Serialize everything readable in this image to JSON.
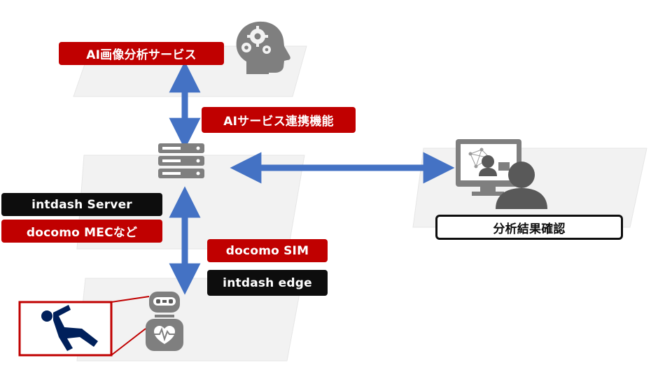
{
  "colors": {
    "plane": "#f2f2f2",
    "plane_edge": "#e3e3e3",
    "icon_gray": "#7f7f7f",
    "icon_dark": "#595959",
    "arrow": "#4472c4",
    "red": "#c00000",
    "black": "#0d0d0d",
    "figure_blue": "#00205b"
  },
  "icons": {
    "ai_head": "brain-gear-icon",
    "server": "server-stack-icon",
    "monitor_user": "monitor-user-icon",
    "robot": "robot-heart-icon",
    "fall": "person-falling-icon"
  },
  "labels": {
    "ai_service": "AI画像分析サービス",
    "ai_link": "AIサービス連携機能",
    "intdash_server": "intdash Server",
    "docomo_mec": "docomo MECなど",
    "docomo_sim": "docomo SIM",
    "intdash_edge": "intdash edge",
    "result_check": "分析結果確認"
  }
}
